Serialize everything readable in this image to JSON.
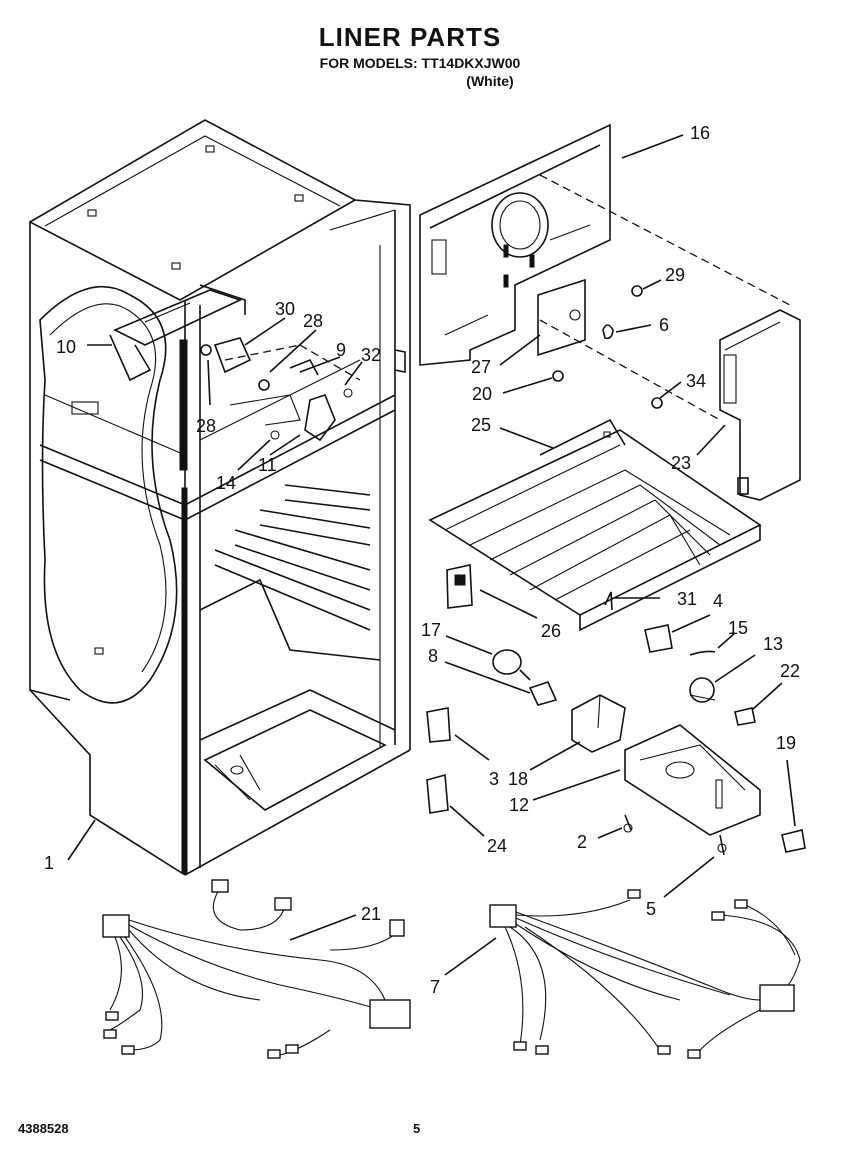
{
  "header": {
    "title": "LINER PARTS",
    "models_line": "FOR MODELS: TT14DKXJW00",
    "color_line": "(White)"
  },
  "footer": {
    "doc_number": "4388528",
    "page_number": "5"
  },
  "callouts": {
    "c1": "1",
    "c2": "2",
    "c3": "3",
    "c4": "4",
    "c5": "5",
    "c6": "6",
    "c7": "7",
    "c8": "8",
    "c9": "9",
    "c10": "10",
    "c11": "11",
    "c12": "12",
    "c13": "13",
    "c14": "14",
    "c15": "15",
    "c16": "16",
    "c17": "17",
    "c18": "18",
    "c19": "19",
    "c20": "20",
    "c21": "21",
    "c22": "22",
    "c23": "23",
    "c24": "24",
    "c25": "25",
    "c26": "26",
    "c27": "27",
    "c28a": "28",
    "c28b": "28",
    "c29": "29",
    "c30": "30",
    "c31": "31",
    "c32": "32",
    "c34": "34"
  }
}
